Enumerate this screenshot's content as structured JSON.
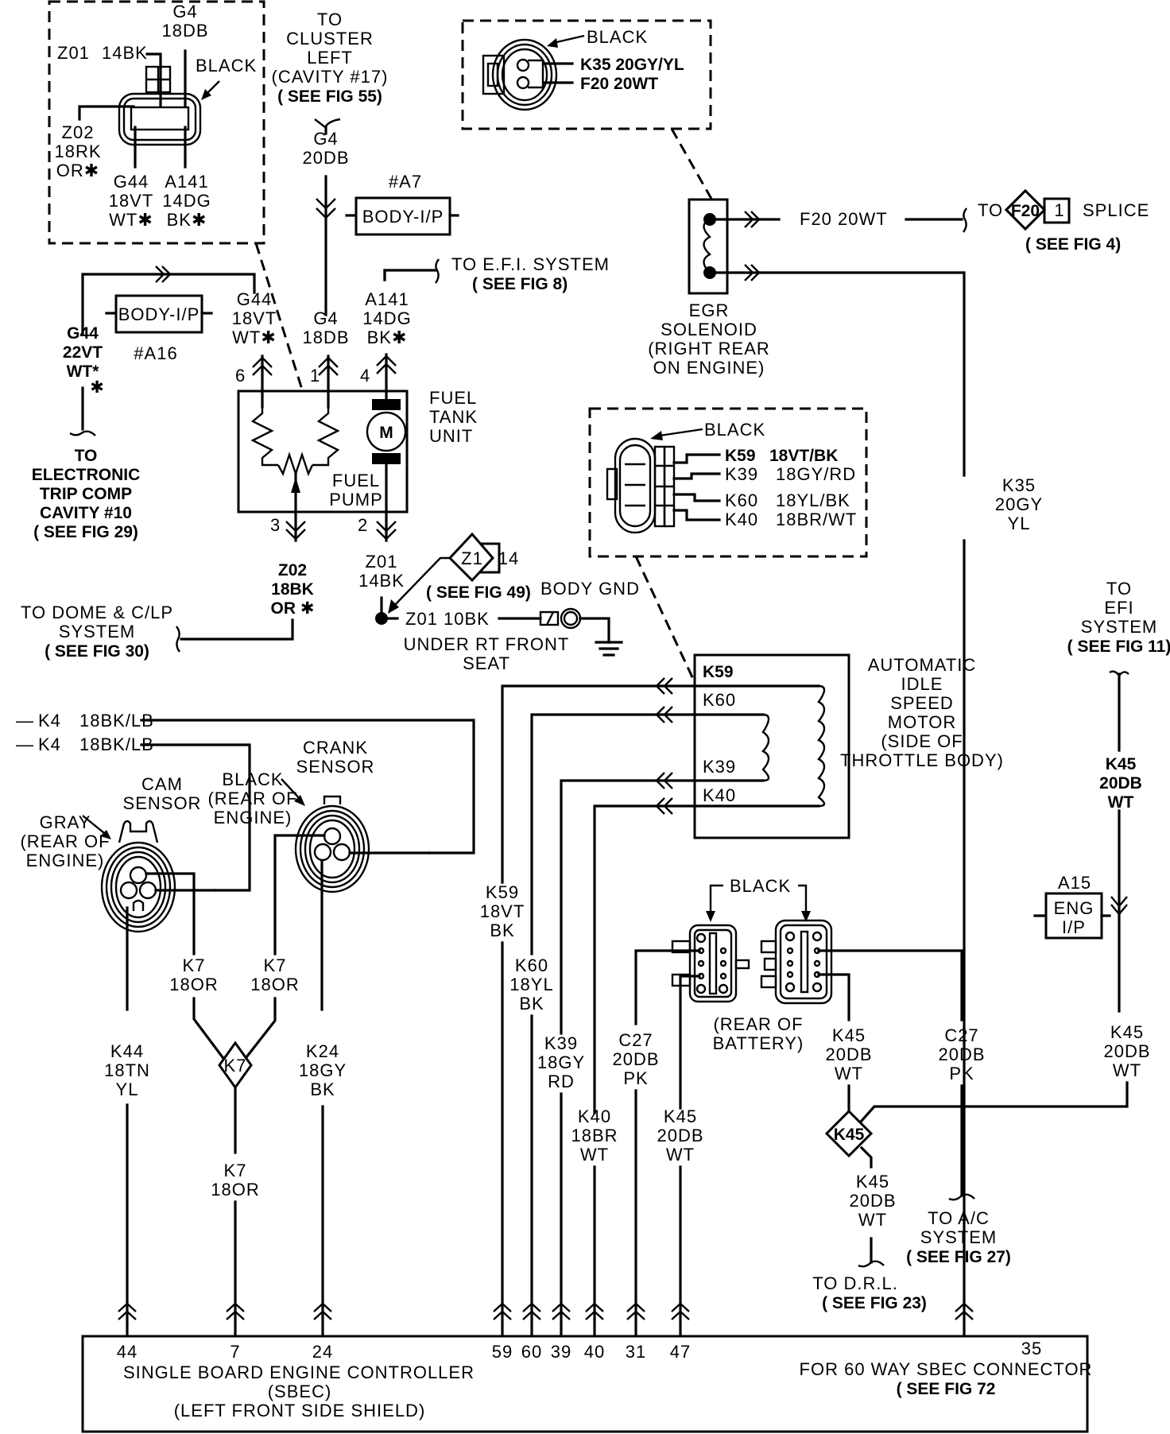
{
  "colors": {
    "ink": "#000000",
    "paper": "#ffffff"
  },
  "top_left_connector": {
    "title_circuit": "G4",
    "title_gauge": "18DB",
    "z01": "Z01",
    "z01_gauge": "14BK",
    "housing": "BLACK",
    "z02": [
      "Z02",
      "18RK",
      "OR✱"
    ],
    "g44": [
      "G44",
      "18VT",
      "WT✱"
    ],
    "a141": [
      "A141",
      "14DG",
      "BK✱"
    ]
  },
  "cluster": {
    "lines": [
      "TO",
      "CLUSTER",
      "LEFT",
      "(CAVITY #17)"
    ],
    "see": "( SEE FIG 55)",
    "wire": [
      "G4",
      "20DB"
    ]
  },
  "body_ip_a7": {
    "label": "BODY-I/P",
    "id": "#A7"
  },
  "body_ip_a16": {
    "label": "BODY-I/P",
    "id": "#A16"
  },
  "efi_system": {
    "line1": "TO E.F.I. SYSTEM",
    "see": "( SEE FIG 8)"
  },
  "egr_connector": {
    "housing": "BLACK",
    "pin1": "K35 20GY/YL",
    "pin2": "F20 20WT"
  },
  "egr_solenoid": {
    "lines": [
      "EGR",
      "SOLENOID",
      "(RIGHT REAR",
      "ON ENGINE)"
    ],
    "wire": "F20   20WT",
    "to": "TO",
    "splice_id": "F20",
    "splice_num": "1",
    "splice_label": "SPLICE",
    "see": "( SEE FIG 4)"
  },
  "g44_left": {
    "lines": [
      "G44",
      "22VT",
      "WT*",
      "✱"
    ]
  },
  "g44_right": {
    "lines": [
      "G44",
      "18VT",
      "WT✱"
    ]
  },
  "g4_mid": {
    "lines": [
      "G4",
      "18DB"
    ]
  },
  "a141_mid": {
    "lines": [
      "A141",
      "14DG",
      "BK✱"
    ]
  },
  "trip_comp": {
    "lines": [
      "TO",
      "ELECTRONIC",
      "TRIP COMP",
      "CAVITY #10",
      "( SEE FIG 29)"
    ]
  },
  "fuel_tank": {
    "label": [
      "FUEL",
      "TANK",
      "UNIT"
    ],
    "pump": [
      "FUEL",
      "PUMP"
    ],
    "motor": "M",
    "pins": {
      "p6": "6",
      "p1": "1",
      "p4": "4",
      "p3": "3",
      "p2": "2"
    }
  },
  "z02_wire": {
    "lines": [
      "Z02",
      "18BK",
      "OR ✱"
    ]
  },
  "z01_wire": {
    "lines": [
      "Z01",
      "14BK"
    ]
  },
  "dome": {
    "lines": [
      "TO DOME & C/LP",
      "SYSTEM",
      "( SEE FIG 30)"
    ]
  },
  "z1_splice": {
    "id": "Z1",
    "num": "14",
    "see": "( SEE FIG 49)"
  },
  "ground": {
    "body_gnd": "BODY GND",
    "wire": "Z01   10BK",
    "loc": [
      "UNDER RT FRONT",
      "SEAT"
    ]
  },
  "idle_connector": {
    "housing": "BLACK",
    "pins": [
      {
        "circuit": "K59",
        "gauge": "18VT/BK"
      },
      {
        "circuit": "K39",
        "gauge": "18GY/RD"
      },
      {
        "circuit": "K60",
        "gauge": "18YL/BK"
      },
      {
        "circuit": "K40",
        "gauge": "18BR/WT"
      }
    ]
  },
  "idle_motor": {
    "pins": [
      "K59",
      "K60",
      "K39",
      "K40"
    ],
    "lines": [
      "AUTOMATIC",
      "IDLE",
      "SPEED",
      "MOTOR",
      "(SIDE OF",
      "THROTTLE BODY)"
    ]
  },
  "k35_wire": {
    "lines": [
      "K35",
      "20GY",
      "YL"
    ]
  },
  "efi_right": {
    "lines": [
      "TO",
      "EFI",
      "SYSTEM"
    ],
    "see": "( SEE FIG 11)"
  },
  "k45_right_top": {
    "lines": [
      "K45",
      "20DB",
      "WT"
    ]
  },
  "k4_wires": [
    {
      "circuit": "K4",
      "gauge": "18BK/LB"
    },
    {
      "circuit": "K4",
      "gauge": "18BK/LB"
    }
  ],
  "cam_sensor": {
    "lines": [
      "CAM",
      "SENSOR"
    ],
    "color": [
      "GRAY",
      "(REAR OF",
      "ENGINE)"
    ]
  },
  "crank_sensor": {
    "lines": [
      "CRANK",
      "SENSOR"
    ],
    "color": [
      "BLACK",
      "(REAR OF",
      "ENGINE)"
    ]
  },
  "k7_left": {
    "lines": [
      "K7",
      "18OR"
    ]
  },
  "k7_right": {
    "lines": [
      "K7",
      "18OR"
    ]
  },
  "k7_splice": {
    "id": "K7"
  },
  "k7_bottom": {
    "lines": [
      "K7",
      "18OR"
    ]
  },
  "k44": {
    "lines": [
      "K44",
      "18TN",
      "YL"
    ]
  },
  "k24": {
    "lines": [
      "K24",
      "18GY",
      "BK"
    ]
  },
  "k59": {
    "lines": [
      "K59",
      "18VT",
      "BK"
    ]
  },
  "k60": {
    "lines": [
      "K60",
      "18YL",
      "BK"
    ]
  },
  "k39": {
    "lines": [
      "K39",
      "18GY",
      "RD"
    ]
  },
  "k40": {
    "lines": [
      "K40",
      "18BR",
      "WT"
    ]
  },
  "c27_left": {
    "lines": [
      "C27",
      "20DB",
      "PK"
    ]
  },
  "k45_left": {
    "lines": [
      "K45",
      "20DB",
      "WT"
    ]
  },
  "battery_connectors": {
    "housing": "BLACK",
    "loc": [
      "(REAR OF",
      "BATTERY)"
    ]
  },
  "k45_mid": {
    "lines": [
      "K45",
      "20DB",
      "WT"
    ]
  },
  "c27_right": {
    "lines": [
      "C27",
      "20DB",
      "PK"
    ]
  },
  "eng_ip": {
    "id": "A15",
    "lines": [
      "ENG",
      "I/P"
    ]
  },
  "k45_right_bottom": {
    "lines": [
      "K45",
      "20DB",
      "WT"
    ]
  },
  "k45_splice": {
    "id": "K45"
  },
  "k45_drl": {
    "lines": [
      "K45",
      "20DB",
      "WT"
    ]
  },
  "drl": {
    "line1": "TO D.R.L.",
    "see": "( SEE FIG 23)"
  },
  "ac": {
    "lines": [
      "TO A/C",
      "SYSTEM"
    ],
    "see": "( SEE FIG 27)"
  },
  "sbec": {
    "pins": [
      "44",
      "7",
      "24",
      "59",
      "60",
      "39",
      "40",
      "31",
      "47",
      "35"
    ],
    "title": "SINGLE BOARD ENGINE CONTROLLER",
    "abbr": "(SBEC)",
    "loc": "(LEFT FRONT SIDE SHIELD)",
    "connector": "FOR 60 WAY SBEC CONNECTOR",
    "see": "( SEE FIG 72"
  }
}
